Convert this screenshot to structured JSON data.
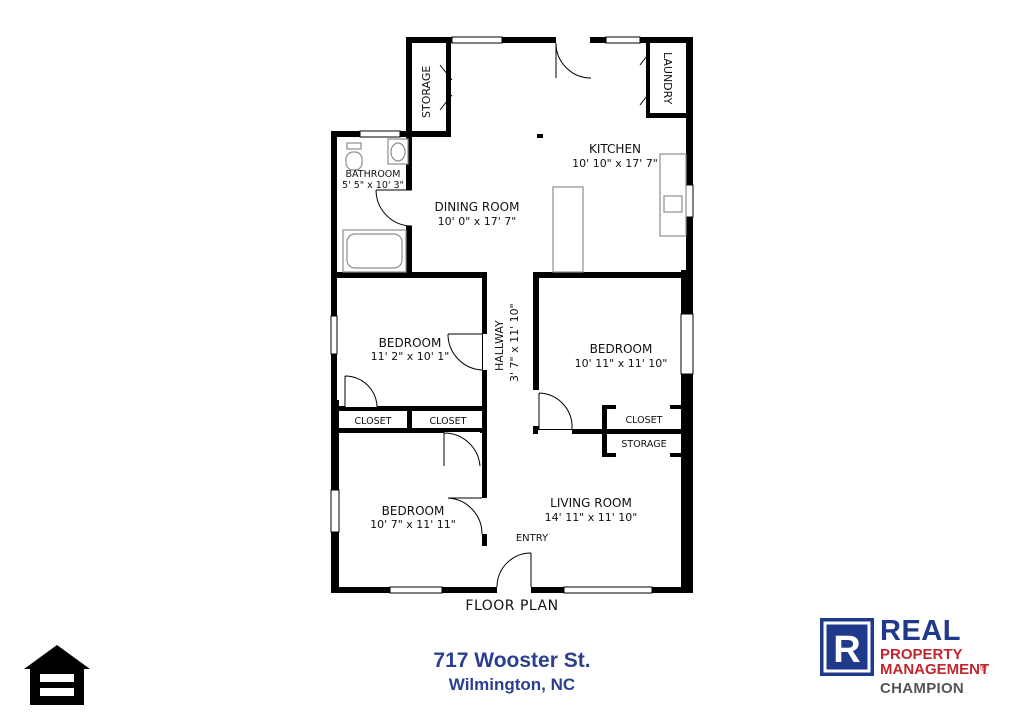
{
  "rooms": {
    "storage_top": "STORAGE",
    "laundry": "LAUNDRY",
    "kitchen": {
      "name": "KITCHEN",
      "dims": "10' 10\" x 17' 7\""
    },
    "bathroom": {
      "name": "BATHROOM",
      "dims": "5' 5\" x 10' 3\""
    },
    "dining_room": {
      "name": "DINING ROOM",
      "dims": "10' 0\" x 17' 7\""
    },
    "hallway": {
      "name": "HALLWAY",
      "dims": "3' 7\" x 11' 10\""
    },
    "bedroom_1": {
      "name": "BEDROOM",
      "dims": "11' 2\" x 10' 1\""
    },
    "bedroom_2": {
      "name": "BEDROOM",
      "dims": "10' 11\" x 11' 10\""
    },
    "bedroom_3": {
      "name": "BEDROOM",
      "dims": "10' 7\" x 11' 11\""
    },
    "closet_1": "CLOSET",
    "closet_2": "CLOSET",
    "closet_3": "CLOSET",
    "storage_mid": "STORAGE",
    "living_room": {
      "name": "LIVING ROOM",
      "dims": "14' 11\" x 11' 10\""
    },
    "entry": "ENTRY"
  },
  "caption": "FLOOR PLAN",
  "address": {
    "street": "717 Wooster St.",
    "city": "Wilmington, NC"
  },
  "logos": {
    "equal_housing_icon": "equal-housing-opportunity-icon",
    "brand_mark": "R",
    "brand_line1": "REAL",
    "brand_line2": "PROPERTY",
    "brand_line3": "MANAGEMENT",
    "brand_reg": "®",
    "brand_line4": "CHAMPION"
  },
  "colors": {
    "wall": "#000000",
    "fixture": "#9a9a9a",
    "address": "#2b3f8f",
    "brand_blue": "#1f3a8a",
    "brand_red": "#c0262d",
    "brand_gray": "#555555"
  }
}
